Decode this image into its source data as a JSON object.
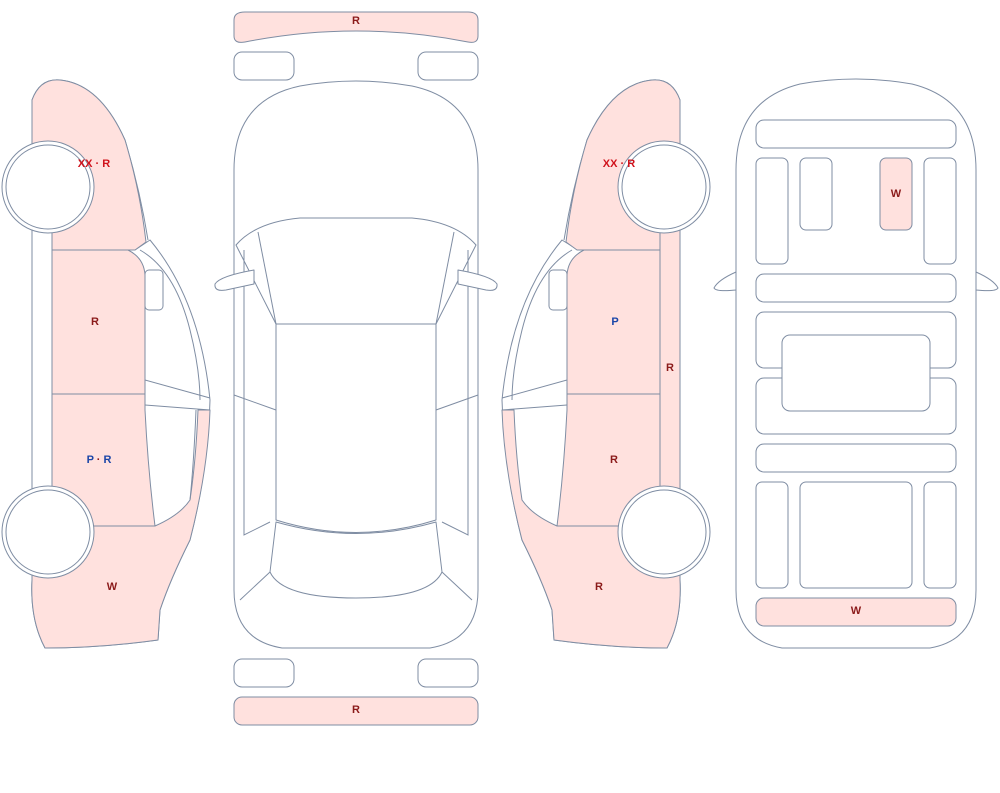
{
  "colors": {
    "outline": "#7f8da3",
    "marked_fill": "#ffe1de",
    "code_R": "#8b1a1a",
    "code_XX": "#d0121b",
    "code_P": "#1b46a8",
    "code_W": "#8b1a1a"
  },
  "labels": {
    "front_bumper": "R",
    "rear_bumper": "R",
    "left_fender": [
      {
        "code": "XX",
        "color": "code_XX"
      },
      {
        "code": " · ",
        "color": "code_XX"
      },
      {
        "code": "R",
        "color": "code_XX"
      }
    ],
    "left_front_door": "R",
    "left_rear_door": [
      {
        "code": "P",
        "color": "code_P"
      },
      {
        "code": " · ",
        "color": "code_R"
      },
      {
        "code": "R",
        "color": "code_P"
      }
    ],
    "left_quarter": "W",
    "right_fender": [
      {
        "code": "XX",
        "color": "code_XX"
      },
      {
        "code": " · ",
        "color": "code_XX"
      },
      {
        "code": "R",
        "color": "code_XX"
      }
    ],
    "right_front_door": "P",
    "right_sill": "R",
    "right_rear_door": "R",
    "right_quarter": "R",
    "underbody_member": "W",
    "underbody_rear": "W"
  }
}
